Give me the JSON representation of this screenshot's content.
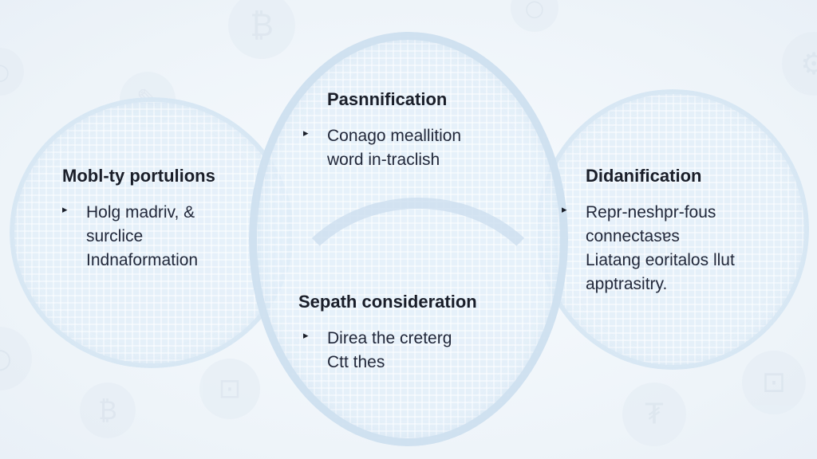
{
  "sections": {
    "top": {
      "title": "Pasnnification",
      "bullet_lines": [
        "Conago meallition",
        "word in-traclish"
      ]
    },
    "left": {
      "title": "Mobl-ty portulions",
      "bullet_lines": [
        "Holg madriv, &",
        "surclice",
        "Indnaformation"
      ]
    },
    "right": {
      "title": "Didanification",
      "bullet_lines": [
        "Repr-neshpr-fous",
        "connectasɐs",
        "Liatang eoritalos llut",
        "apptrasitry."
      ]
    },
    "bottom": {
      "title": "Sepath consideration",
      "bullet_lines": [
        "Direa the creterg",
        "Ctt thes"
      ]
    }
  },
  "icons": {
    "bullet": "triangle-right-icon",
    "background": [
      "bitcoin-icon",
      "pen-icon",
      "coin-icon",
      "padlock-icon",
      "gear-icon"
    ]
  },
  "colors": {
    "circle_fill": "#e1eef8",
    "circle_ring": "#d6e6f3",
    "text": "#1a1e29",
    "background": "#f3f7fb"
  }
}
